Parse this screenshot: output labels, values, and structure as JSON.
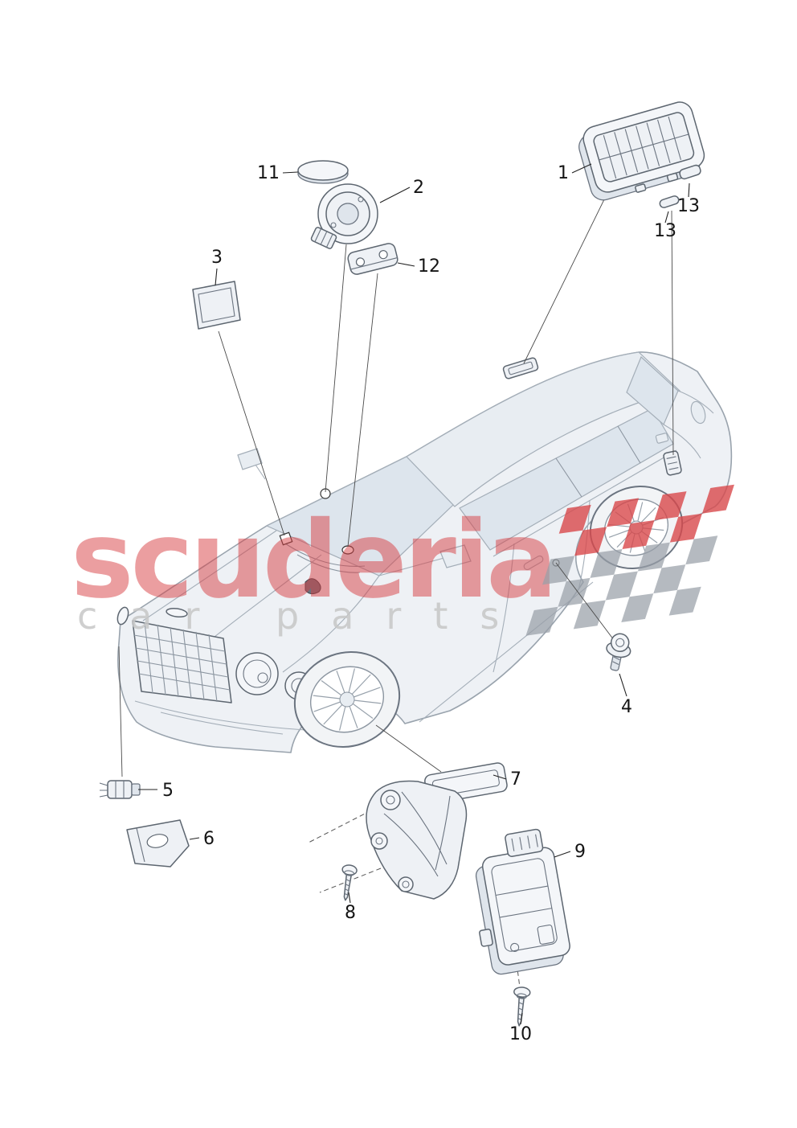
{
  "diagram": {
    "type": "vehicle-parts-exploded-diagram",
    "callouts": {
      "c1": "1",
      "c2": "2",
      "c3": "3",
      "c4": "4",
      "c5": "5",
      "c6": "6",
      "c7": "7",
      "c8": "8",
      "c9": "9",
      "c10": "10",
      "c11": "11",
      "c12": "12",
      "c13a": "13",
      "c13b": "13"
    }
  },
  "watermark": {
    "brand": "scuderia",
    "subtitle": "car parts",
    "brand_color": "#d83f43",
    "subtitle_color": "#c7c7c7"
  },
  "colors": {
    "check_red": "#d8494b",
    "check_gray": "#99a0a8",
    "car_line": "#99a3ad",
    "part_line": "#5d6670",
    "callout_text": "#141414",
    "background": "#ffffff"
  }
}
